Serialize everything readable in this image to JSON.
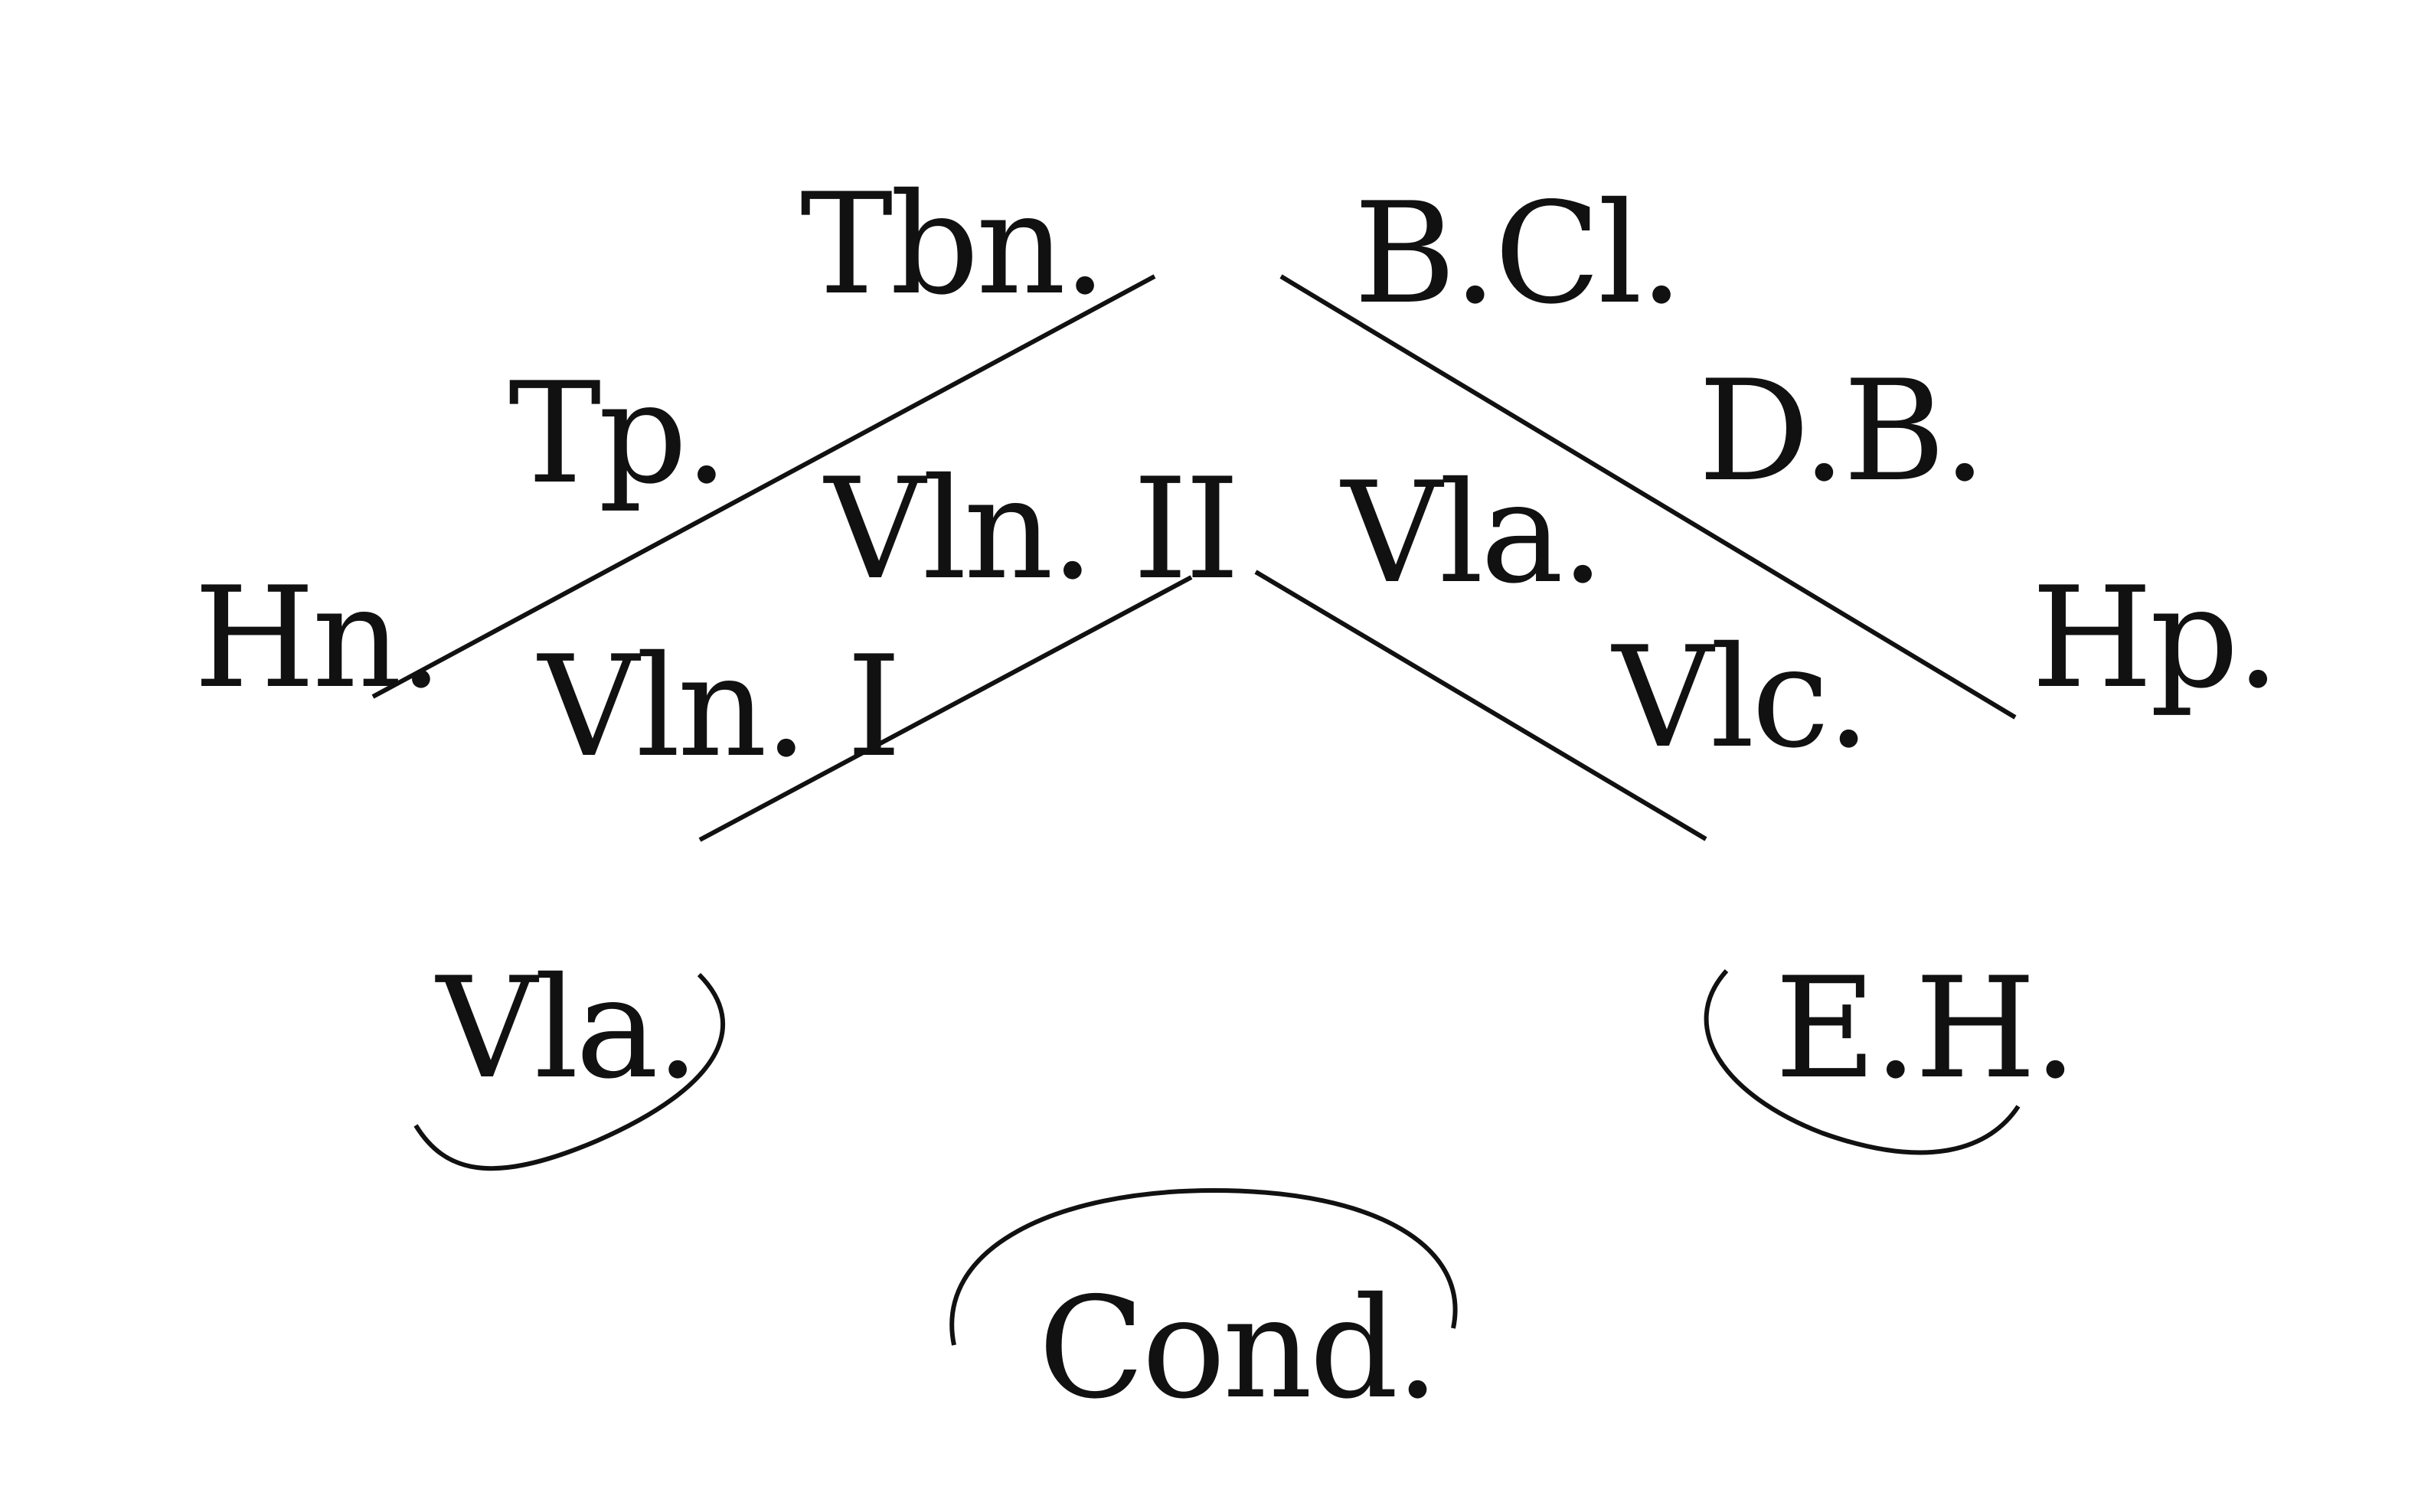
{
  "labels": {
    "tbn": "Tbn.",
    "bcl": "B.Cl.",
    "tp": "Tp.",
    "db": "D.B.",
    "hn": "Hn.",
    "hp": "Hp.",
    "vln2": "Vln. II",
    "vla_inner": "Vla.",
    "vln1": "Vln. I",
    "vlc": "Vlc.",
    "vla_outer": "Vla.",
    "eh": "E.H.",
    "cond": "Cond."
  },
  "colors": {
    "ink": "#111111",
    "background": "#ffffff"
  }
}
